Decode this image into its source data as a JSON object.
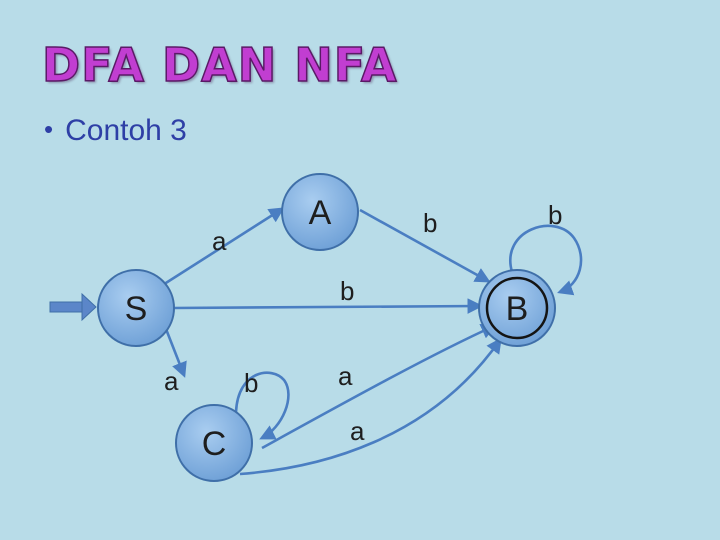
{
  "slide": {
    "title": "DFA DAN NFA",
    "bullet": "Contoh 3"
  },
  "colors": {
    "background": "#b8dce8",
    "title_fill": "#c13ed1",
    "title_stroke": "#5a1a66",
    "bullet_text": "#2e3fa6",
    "state_fill": "#7aaddf",
    "state_stroke": "#3f6fa8",
    "edge": "#4a7ec2",
    "start_arrow": "#5b86c9"
  },
  "diagram": {
    "states": [
      {
        "id": "S",
        "label": "S",
        "initial": true,
        "final": false
      },
      {
        "id": "A",
        "label": "A",
        "initial": false,
        "final": false
      },
      {
        "id": "B",
        "label": "B",
        "initial": false,
        "final": true
      },
      {
        "id": "C",
        "label": "C",
        "initial": false,
        "final": false
      }
    ],
    "transitions": [
      {
        "from": "S",
        "to": "A",
        "label": "a"
      },
      {
        "from": "S",
        "to": "B",
        "label": "b"
      },
      {
        "from": "S",
        "to": "C",
        "label": "a"
      },
      {
        "from": "A",
        "to": "B",
        "label": "b"
      },
      {
        "from": "B",
        "to": "B",
        "label": "b"
      },
      {
        "from": "C",
        "to": "C",
        "label": "b"
      },
      {
        "from": "C",
        "to": "B",
        "label": "a"
      },
      {
        "from": "C",
        "to": "B",
        "label": "a"
      }
    ]
  }
}
